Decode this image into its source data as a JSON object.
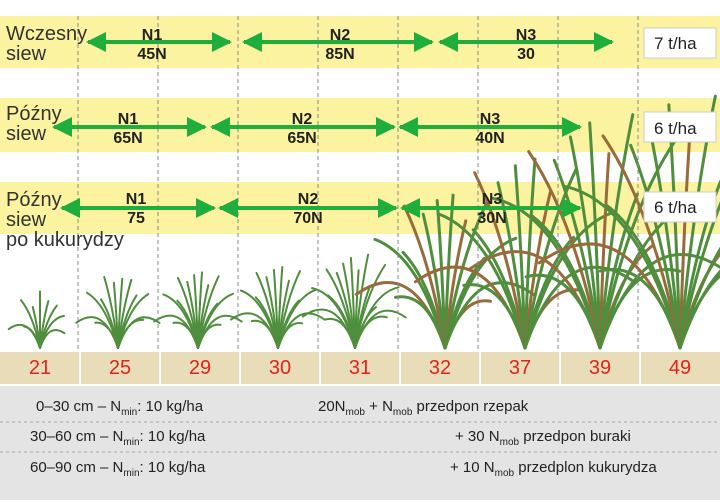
{
  "rows": [
    {
      "label": [
        "Wczesny",
        "siew"
      ],
      "yield": "7 t/ha",
      "doses": [
        {
          "name": "N1",
          "amount": "45N"
        },
        {
          "name": "N2",
          "amount": "85N"
        },
        {
          "name": "N3",
          "amount": "30"
        }
      ]
    },
    {
      "label": [
        "Późny",
        "siew"
      ],
      "yield": "6 t/ha",
      "doses": [
        {
          "name": "N1",
          "amount": "65N"
        },
        {
          "name": "N2",
          "amount": "65N"
        },
        {
          "name": "N3",
          "amount": "40N"
        }
      ]
    },
    {
      "label": [
        "Późny",
        "siew",
        "po kukurydzy"
      ],
      "yield": "6 t/ha",
      "doses": [
        {
          "name": "N1",
          "amount": "75"
        },
        {
          "name": "N2",
          "amount": "70N"
        },
        {
          "name": "N3",
          "amount": "30N"
        }
      ]
    }
  ],
  "stages": [
    "21",
    "25",
    "29",
    "30",
    "31",
    "32",
    "37",
    "39",
    "49"
  ],
  "soil": [
    {
      "depth": "0–30 cm",
      "dash": "– N",
      "sub": "min",
      "value": ": 10 kg/ha",
      "note_pre": "20N",
      "note_sub": "mob",
      "note_mid": " + N",
      "note_sub2": "mob",
      "note_post": " przedpon rzepak"
    },
    {
      "depth": "30–60 cm",
      "dash": "– N",
      "sub": "min",
      "value": ": 10 kg/ha",
      "note_pre": "+ 30 N",
      "note_sub": "mob",
      "note_mid": " przedpon buraki",
      "note_sub2": "",
      "note_post": ""
    },
    {
      "depth": "60–90 cm",
      "dash": "– N",
      "sub": "min",
      "value": ": 10 kg/ha",
      "note_pre": "+ 10 N",
      "note_sub": "mob",
      "note_mid": " przedplon kukurydza",
      "note_sub2": "",
      "note_post": ""
    }
  ],
  "colors": {
    "band": "#fbf3a0",
    "arrow": "#1fae3c",
    "stage_text": "#e0241b",
    "stage_bg": "#e9ddb9",
    "bottom_bg": "#e4e4e4",
    "grass": "#4e8e3c"
  }
}
